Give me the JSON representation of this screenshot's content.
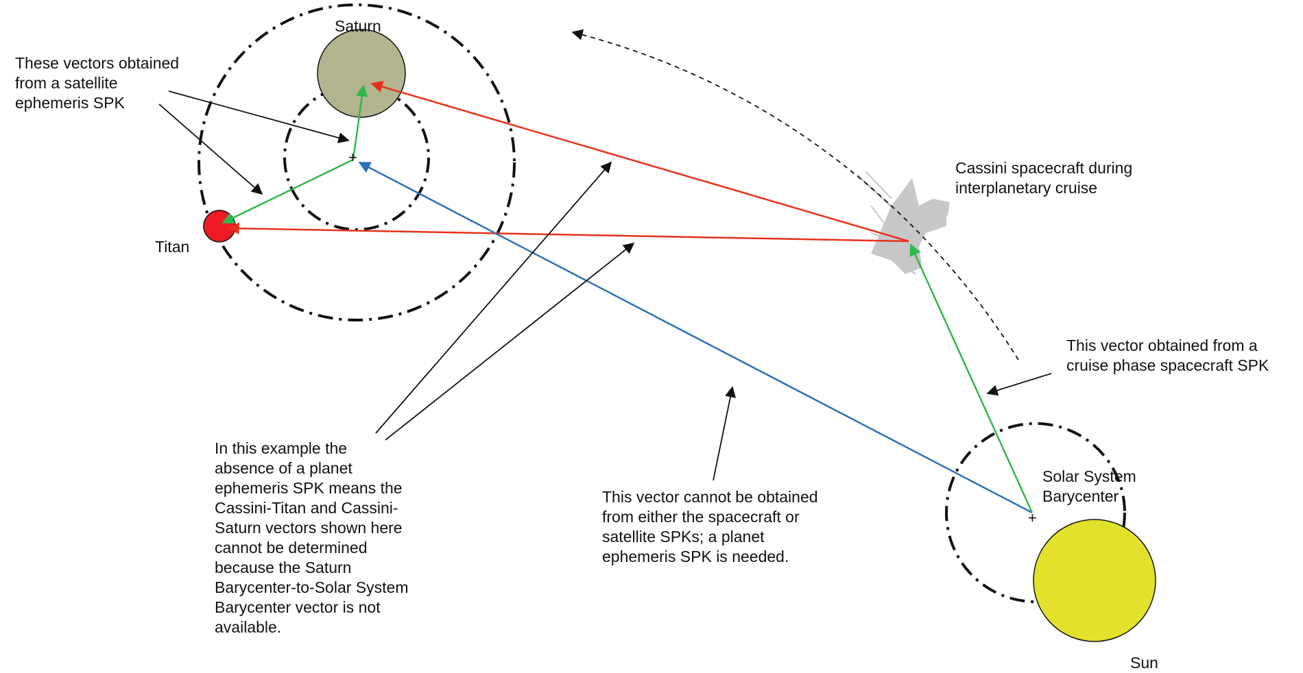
{
  "labels": {
    "saturn": "Saturn",
    "titan": "Titan",
    "sun": "Sun",
    "solar_system_barycenter": "Solar System\nBarycenter",
    "cassini": "Cassini spacecraft  during\ninterplanetary cruise"
  },
  "annotations": {
    "satellite_vectors": "These vectors obtained\nfrom a satellite\nephemeris SPK",
    "cruise_vector": "This vector obtained from a\ncruise phase spacecraft SPK",
    "missing_vector": "This vector cannot be obtained\nfrom either the spacecraft or\nsatellite SPKs; a planet\nephemeris SPK is needed.",
    "example_note": "In this example the\nabsence of a planet\nephemeris SPK means the\nCassini-Titan and Cassini-\nSaturn vectors shown here\ncannot be determined\nbecause the Saturn\nBarycenter-to-Solar System\nBarycenter vector is not\navailable."
  },
  "markers": {
    "barycenter_mark": "+"
  },
  "colors": {
    "background": "#ffffff",
    "saturn": "#b3b58e",
    "titan": "#ee1b24",
    "sun": "#e2e22c",
    "satellite_vector": "#2fb84a",
    "cassini_vector": "#e8311a",
    "planet_vector": "#2d6fb8",
    "spacecraft_silhouette": "#c8c8c8",
    "ink": "#111111"
  }
}
